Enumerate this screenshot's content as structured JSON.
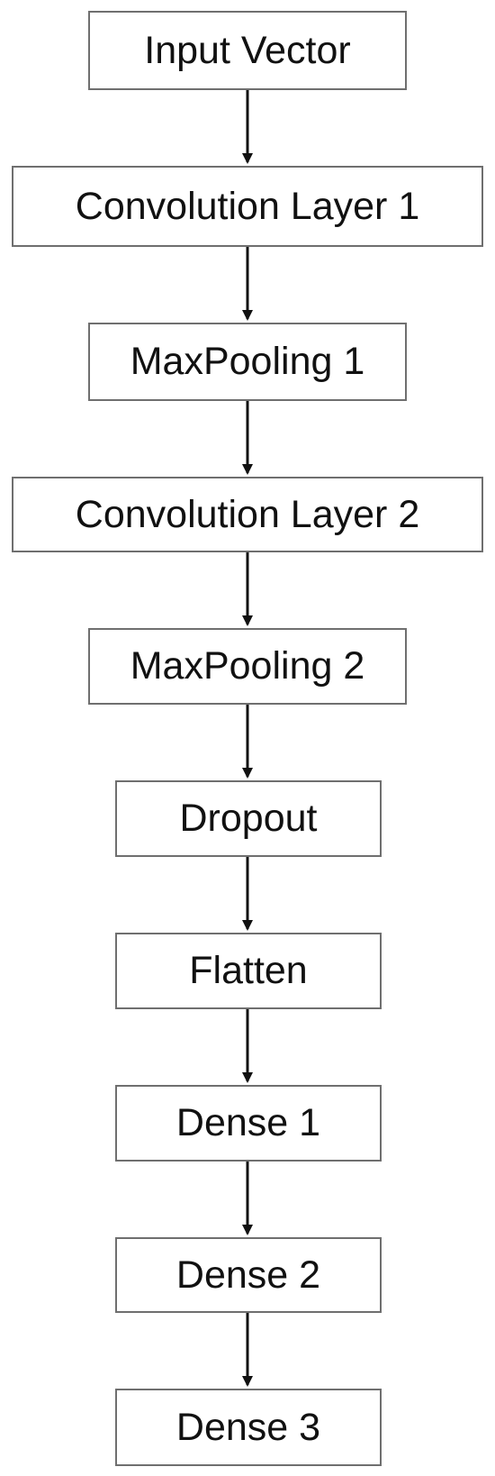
{
  "diagram": {
    "nodes": [
      {
        "label": "Input Vector"
      },
      {
        "label": "Convolution Layer 1"
      },
      {
        "label": "MaxPooling 1"
      },
      {
        "label": "Convolution Layer 2"
      },
      {
        "label": "MaxPooling 2"
      },
      {
        "label": "Dropout"
      },
      {
        "label": "Flatten"
      },
      {
        "label": "Dense 1"
      },
      {
        "label": "Dense 2"
      },
      {
        "label": "Dense 3"
      }
    ]
  }
}
